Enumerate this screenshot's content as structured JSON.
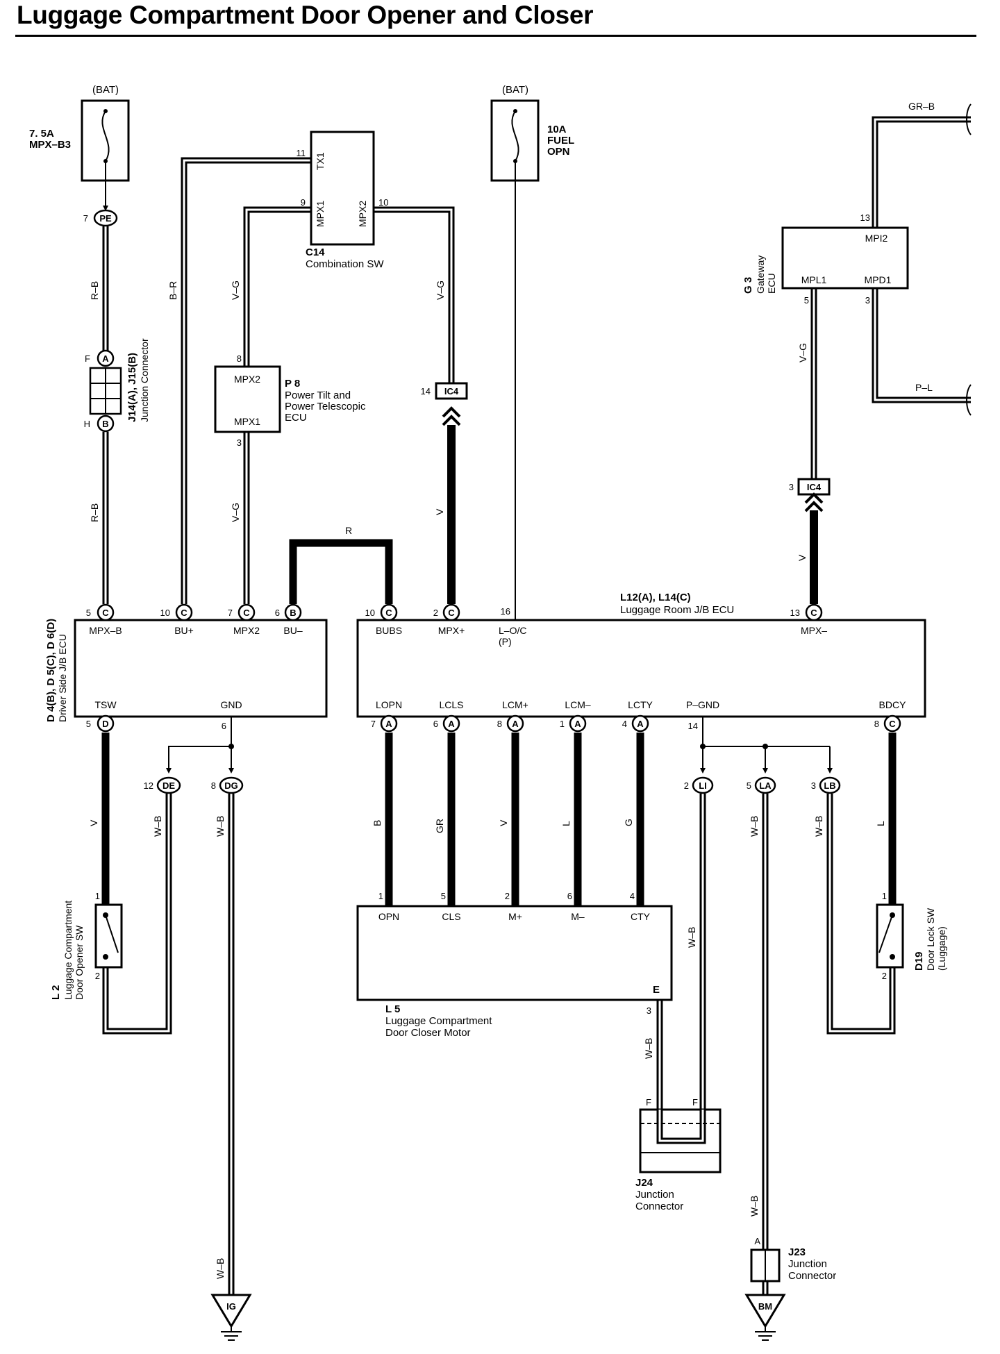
{
  "title": "Luggage Compartment Door Opener and Closer",
  "labels": {
    "bat_left": "(BAT)",
    "fuse_left_1": "7. 5A",
    "fuse_left_2": "MPX–B3",
    "bat_right": "(BAT)",
    "fuse_right_1": "10A",
    "fuse_right_2": "FUEL",
    "fuse_right_3": "OPN",
    "c14_id": "C14",
    "c14_name": "Combination SW",
    "c14_tx1": "TX1",
    "c14_mpx1": "MPX1",
    "c14_mpx2": "MPX2",
    "p8_id": "P 8",
    "p8_name_1": "Power Tilt and",
    "p8_name_2": "Power Telescopic",
    "p8_name_3": "ECU",
    "p8_mpx2": "MPX2",
    "p8_mpx1": "MPX1",
    "j14_id": "J14(A), J15(B)",
    "j14_name": "Junction Connector",
    "g3_id": "G 3",
    "g3_name_1": "Gateway",
    "g3_name_2": "ECU",
    "g3_mpi2": "MPI2",
    "g3_mpl1": "MPL1",
    "g3_mpd1": "MPD1",
    "wire_grb": "GR–B",
    "wire_pl": "P–L",
    "d4_id": "D 4(B), D 5(C), D 6(D)",
    "d4_name": "Driver Side J/B ECU",
    "d4_mpxb": "MPX–B",
    "d4_bu_plus": "BU+",
    "d4_mpx2": "MPX2",
    "d4_bu_minus": "BU–",
    "d4_tsw": "TSW",
    "d4_gnd": "GND",
    "l12_id": "L12(A), L14(C)",
    "l12_name": "Luggage Room J/B ECU",
    "l12_bubs": "BUBS",
    "l12_mpx_plus": "MPX+",
    "l12_loc": "L–O/C",
    "l12_p": "(P)",
    "l12_mpx_minus": "MPX–",
    "l12_lopn": "LOPN",
    "l12_lcls": "LCLS",
    "l12_lcm_plus": "LCM+",
    "l12_lcm_minus": "LCM–",
    "l12_lcty": "LCTY",
    "l12_pgnd": "P–GND",
    "l12_bdcy": "BDCY",
    "l5_id": "L 5",
    "l5_name_1": "Luggage Compartment",
    "l5_name_2": "Door Closer Motor",
    "l5_opn": "OPN",
    "l5_cls": "CLS",
    "l5_m_plus": "M+",
    "l5_m_minus": "M–",
    "l5_cty": "CTY",
    "l5_e": "E",
    "l2_id": "L 2",
    "l2_name_1": "Luggage Compartment",
    "l2_name_2": "Door Opener SW",
    "d19_id": "D19",
    "d19_name_1": "Door Lock SW",
    "d19_name_2": "(Luggage)",
    "j24_id": "J24",
    "j24_name_1": "Junction",
    "j24_name_2": "Connector",
    "j23_id": "J23",
    "j23_name_1": "Junction",
    "j23_name_2": "Connector",
    "gnd_ig": "IG",
    "gnd_bm": "BM"
  },
  "wire_colors": {
    "rb": "R–B",
    "br": "B–R",
    "vg": "V–G",
    "r": "R",
    "v": "V",
    "wb": "W–B",
    "b": "B",
    "gr": "GR",
    "l": "L",
    "g": "G"
  },
  "connectors": {
    "pe": "PE",
    "ic4": "IC4",
    "a": "A",
    "b": "B",
    "c": "C",
    "d": "D",
    "de": "DE",
    "dg": "DG",
    "li": "LI",
    "la": "LA",
    "lb": "LB"
  },
  "pins": {
    "p1": "1",
    "p2": "2",
    "p3": "3",
    "p4": "4",
    "p5": "5",
    "p6": "6",
    "p7": "7",
    "p8": "8",
    "p9": "9",
    "p10": "10",
    "p11": "11",
    "p12": "12",
    "p13": "13",
    "p14": "14",
    "p16": "16",
    "pF": "F",
    "pH": "H",
    "pA": "A"
  }
}
